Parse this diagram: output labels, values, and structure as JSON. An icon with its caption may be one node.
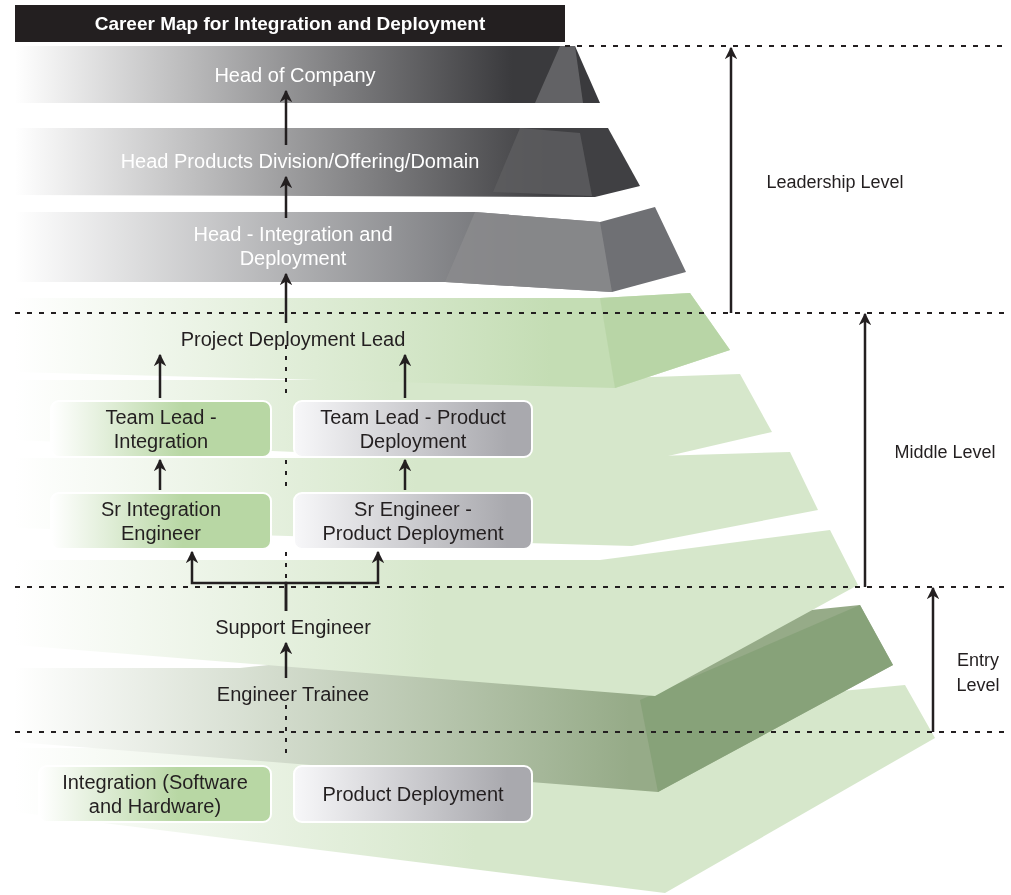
{
  "diagram": {
    "title": "Career Map for Integration and Deployment",
    "nodes": [
      {
        "text": [
          "Head of Company"
        ]
      },
      {
        "text": [
          "Head Products Division/Offering/Domain"
        ]
      },
      {
        "text": [
          "Head - Integration and Deployment"
        ]
      },
      {
        "text": [
          "Project Deployment Lead"
        ]
      },
      {
        "text": [
          "Team Lead - Integration"
        ]
      },
      {
        "text": [
          "Team Lead - Product Deployment"
        ]
      },
      {
        "text": [
          "Sr Integration Engineer"
        ]
      },
      {
        "text": [
          "Sr Engineer - Product Deployment"
        ]
      },
      {
        "text": [
          "Support Engineer"
        ]
      },
      {
        "text": [
          "Engineer Trainee"
        ]
      },
      {
        "text": [
          "Integration (Software and Hardware)"
        ]
      },
      {
        "text": [
          "Product Deployment"
        ]
      }
    ],
    "edges": [
      {
        "from": 1,
        "to": 0,
        "arrow": "to"
      },
      {
        "from": 2,
        "to": 1,
        "arrow": "to"
      },
      {
        "from": 3,
        "to": 2,
        "arrow": "to"
      },
      {
        "from": 4,
        "to": 3,
        "arrow": "to"
      },
      {
        "from": 5,
        "to": 3,
        "arrow": "to"
      },
      {
        "from": 6,
        "to": 4,
        "arrow": "to"
      },
      {
        "from": 7,
        "to": 5,
        "arrow": "to"
      },
      {
        "from": 8,
        "to": 6,
        "arrow": "to"
      },
      {
        "from": 8,
        "to": 7,
        "arrow": "to"
      },
      {
        "from": 9,
        "to": 8,
        "arrow": "to"
      }
    ],
    "labels": [
      "Leadership Level",
      "Middle Level",
      "Entry Level"
    ]
  }
}
